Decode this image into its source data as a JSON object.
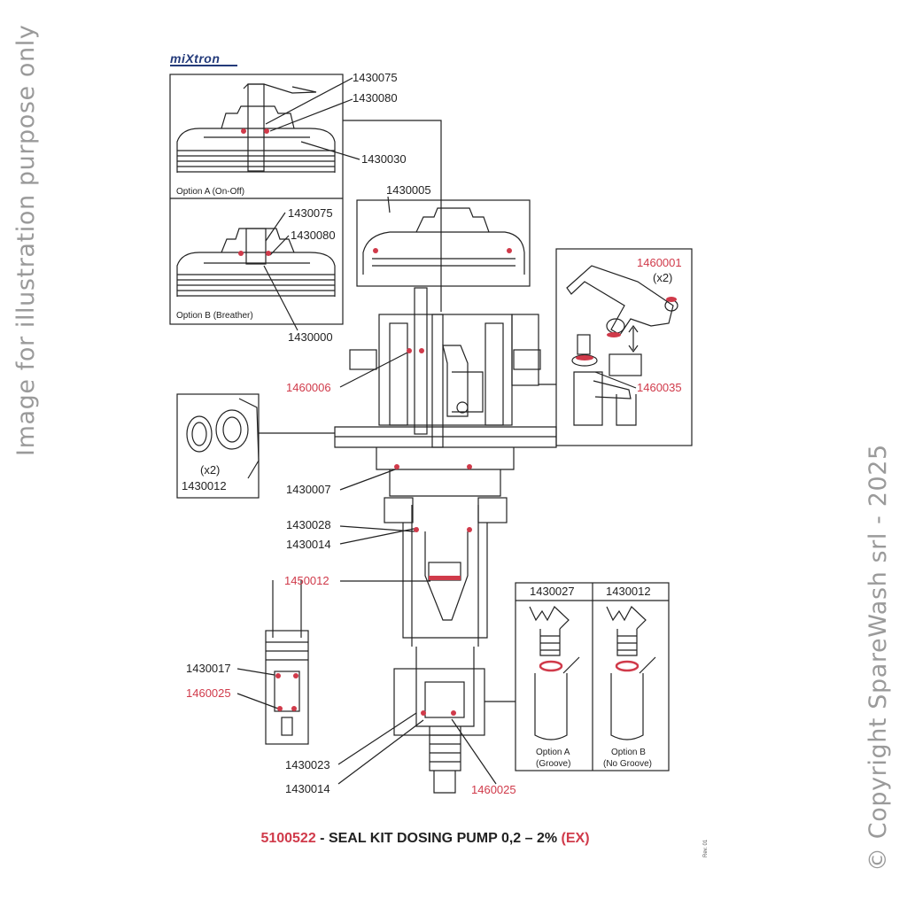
{
  "watermark": {
    "left": "Image for illustration purpose only",
    "right": "© Copyright SpareWash srl - 2025"
  },
  "logo": {
    "text": "miXtron"
  },
  "option_a_top": {
    "caption": "Option A (On-Off)",
    "labels": [
      "1430075",
      "1430080",
      "1430030"
    ]
  },
  "option_b_top": {
    "caption": "Option B (Breather)",
    "labels": [
      "1430075",
      "1430080",
      "1430000"
    ]
  },
  "main_labels": {
    "l1430005": "1430005",
    "l1460006": "1460006",
    "l1430007": "1430007",
    "l1430028": "1430028",
    "l1430014a": "1430014",
    "l1450012": "1450012",
    "l1430017": "1430017",
    "l1460025a": "1460025",
    "l1430023": "1430023",
    "l1430014b": "1430014",
    "l1460025b": "1460025"
  },
  "side_detail": {
    "l1460001": "1460001",
    "x2": "(x2)",
    "l1460035": "1460035"
  },
  "seal_detail": {
    "x2": "(x2)",
    "part": "1430012"
  },
  "groove_table": {
    "col_a_part": "1430027",
    "col_b_part": "1430012",
    "col_a_caption_1": "Option A",
    "col_a_caption_2": "(Groove)",
    "col_b_caption_1": "Option B",
    "col_b_caption_2": "(No Groove)"
  },
  "title": {
    "code": "5100522",
    "text": " - SEAL KIT DOSING PUMP 0,2 – 2% ",
    "suffix": "(EX)"
  },
  "revision": "Rev. 01",
  "colors": {
    "highlight": "#d03a4a",
    "line": "#222222",
    "watermark": "#9a9a9a",
    "logo": "#233a7a"
  }
}
